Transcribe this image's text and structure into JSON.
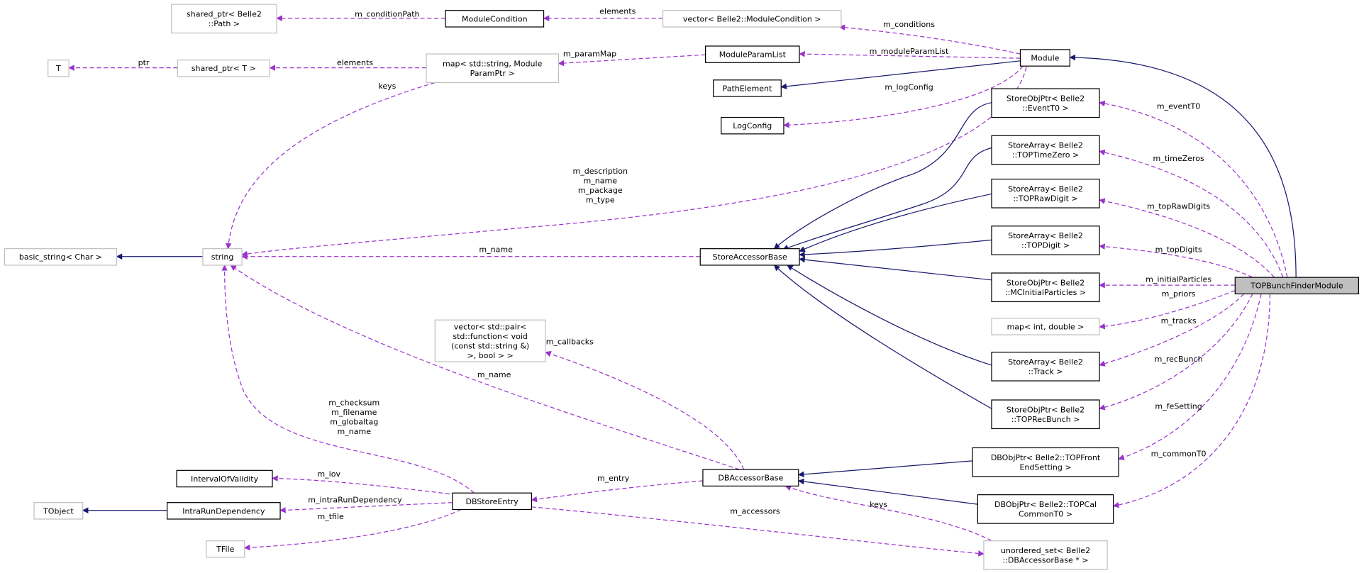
{
  "colors": {
    "usage_edge": "#9a32cd",
    "inheritance_edge": "#191970",
    "focus_fill": "#bfbfbf",
    "undocumented_border": "#bfbfbf"
  },
  "nodes": [
    {
      "id": "sp_path",
      "lines": [
        "shared_ptr< Belle2",
        "::Path >"
      ],
      "style": "gray"
    },
    {
      "id": "ModuleCondition",
      "lines": [
        "ModuleCondition"
      ],
      "style": "black"
    },
    {
      "id": "vec_mc",
      "lines": [
        "vector< Belle2::ModuleCondition >"
      ],
      "style": "gray"
    },
    {
      "id": "T",
      "lines": [
        "T"
      ],
      "style": "gray"
    },
    {
      "id": "sp_T",
      "lines": [
        "shared_ptr< T >"
      ],
      "style": "gray"
    },
    {
      "id": "map_param",
      "lines": [
        "map< std::string, Module",
        "ParamPtr >"
      ],
      "style": "gray"
    },
    {
      "id": "ModuleParamList",
      "lines": [
        "ModuleParamList"
      ],
      "style": "black"
    },
    {
      "id": "PathElement",
      "lines": [
        "PathElement"
      ],
      "style": "black"
    },
    {
      "id": "LogConfig",
      "lines": [
        "LogConfig"
      ],
      "style": "black"
    },
    {
      "id": "Module",
      "lines": [
        "Module"
      ],
      "style": "black"
    },
    {
      "id": "sop_eventt0",
      "lines": [
        "StoreObjPtr< Belle2",
        "::EventT0 >"
      ],
      "style": "black"
    },
    {
      "id": "sa_timezero",
      "lines": [
        "StoreArray< Belle2",
        "::TOPTimeZero >"
      ],
      "style": "black"
    },
    {
      "id": "sa_rawdigit",
      "lines": [
        "StoreArray< Belle2",
        "::TOPRawDigit >"
      ],
      "style": "black"
    },
    {
      "id": "sa_digit",
      "lines": [
        "StoreArray< Belle2",
        "::TOPDigit >"
      ],
      "style": "black"
    },
    {
      "id": "sop_mcinit",
      "lines": [
        "StoreObjPtr< Belle2",
        "::MCInitialParticles >"
      ],
      "style": "black"
    },
    {
      "id": "map_int_double",
      "lines": [
        "map< int, double >"
      ],
      "style": "gray"
    },
    {
      "id": "sa_track",
      "lines": [
        "StoreArray< Belle2",
        "::Track >"
      ],
      "style": "black"
    },
    {
      "id": "sop_recbunch",
      "lines": [
        "StoreObjPtr< Belle2",
        "::TOPRecBunch >"
      ],
      "style": "black"
    },
    {
      "id": "db_fe",
      "lines": [
        "DBObjPtr< Belle2::TOPFront",
        "EndSetting >"
      ],
      "style": "black"
    },
    {
      "id": "db_ct0",
      "lines": [
        "DBObjPtr< Belle2::TOPCal",
        "CommonT0 >"
      ],
      "style": "black"
    },
    {
      "id": "uset",
      "lines": [
        "unordered_set< Belle2",
        "::DBAccessorBase * >"
      ],
      "style": "gray"
    },
    {
      "id": "TOPBunchFinderModule",
      "lines": [
        "TOPBunchFinderModule"
      ],
      "style": "focus"
    },
    {
      "id": "StoreAccessorBase",
      "lines": [
        "StoreAccessorBase"
      ],
      "style": "black"
    },
    {
      "id": "DBAccessorBase",
      "lines": [
        "DBAccessorBase"
      ],
      "style": "black"
    },
    {
      "id": "DBStoreEntry",
      "lines": [
        "DBStoreEntry"
      ],
      "style": "black"
    },
    {
      "id": "string",
      "lines": [
        "string"
      ],
      "style": "gray"
    },
    {
      "id": "basic_string",
      "lines": [
        "basic_string< Char >"
      ],
      "style": "gray"
    },
    {
      "id": "vec_pair",
      "lines": [
        "vector< std::pair<",
        "std::function< void",
        "(const std::string &)",
        ">, bool > >"
      ],
      "style": "gray"
    },
    {
      "id": "IntervalOfValidity",
      "lines": [
        "IntervalOfValidity"
      ],
      "style": "black"
    },
    {
      "id": "IntraRunDependency",
      "lines": [
        "IntraRunDependency"
      ],
      "style": "black"
    },
    {
      "id": "TObject",
      "lines": [
        "TObject"
      ],
      "style": "gray"
    },
    {
      "id": "TFile",
      "lines": [
        "TFile"
      ],
      "style": "gray"
    }
  ],
  "edges": [
    {
      "from": "ModuleCondition",
      "to": "sp_path",
      "type": "dashed",
      "label": [
        "m_conditionPath"
      ]
    },
    {
      "from": "vec_mc",
      "to": "ModuleCondition",
      "type": "dashed",
      "label": [
        "elements"
      ]
    },
    {
      "from": "sp_T",
      "to": "T",
      "type": "dashed",
      "label": [
        "ptr"
      ]
    },
    {
      "from": "map_param",
      "to": "sp_T",
      "type": "dashed",
      "label": [
        "elements"
      ]
    },
    {
      "from": "Module",
      "to": "vec_mc",
      "type": "dashed",
      "label": [
        "m_conditions"
      ]
    },
    {
      "from": "Module",
      "to": "ModuleParamList",
      "type": "dashed",
      "label": [
        "m_moduleParamList"
      ]
    },
    {
      "from": "ModuleParamList",
      "to": "map_param",
      "type": "dashed",
      "label": [
        "m_paramMap"
      ]
    },
    {
      "from": "Module",
      "to": "PathElement",
      "type": "solid",
      "label": []
    },
    {
      "from": "Module",
      "to": "LogConfig",
      "type": "dashed",
      "label": [
        "m_logConfig"
      ]
    },
    {
      "from": "Module",
      "to": "string",
      "type": "dashed",
      "label": [
        "m_description",
        "m_name",
        "m_package",
        "m_type"
      ]
    },
    {
      "from": "map_param",
      "to": "string",
      "type": "dashed",
      "label": [
        "keys"
      ]
    },
    {
      "from": "string",
      "to": "basic_string",
      "type": "solid",
      "label": []
    },
    {
      "from": "StoreAccessorBase",
      "to": "string",
      "type": "dashed",
      "label": [
        "m_name"
      ]
    },
    {
      "from": "sop_eventt0",
      "to": "StoreAccessorBase",
      "type": "solid",
      "label": []
    },
    {
      "from": "sa_timezero",
      "to": "StoreAccessorBase",
      "type": "solid",
      "label": []
    },
    {
      "from": "sa_rawdigit",
      "to": "StoreAccessorBase",
      "type": "solid",
      "label": []
    },
    {
      "from": "sa_digit",
      "to": "StoreAccessorBase",
      "type": "solid",
      "label": []
    },
    {
      "from": "sop_mcinit",
      "to": "StoreAccessorBase",
      "type": "solid",
      "label": []
    },
    {
      "from": "sa_track",
      "to": "StoreAccessorBase",
      "type": "solid",
      "label": []
    },
    {
      "from": "sop_recbunch",
      "to": "StoreAccessorBase",
      "type": "solid",
      "label": []
    },
    {
      "from": "TOPBunchFinderModule",
      "to": "Module",
      "type": "solid",
      "label": []
    },
    {
      "from": "TOPBunchFinderModule",
      "to": "sop_eventt0",
      "type": "dashed",
      "label": [
        "m_eventT0"
      ]
    },
    {
      "from": "TOPBunchFinderModule",
      "to": "sa_timezero",
      "type": "dashed",
      "label": [
        "m_timeZeros"
      ]
    },
    {
      "from": "TOPBunchFinderModule",
      "to": "sa_rawdigit",
      "type": "dashed",
      "label": [
        "m_topRawDigits"
      ]
    },
    {
      "from": "TOPBunchFinderModule",
      "to": "sa_digit",
      "type": "dashed",
      "label": [
        "m_topDigits"
      ]
    },
    {
      "from": "TOPBunchFinderModule",
      "to": "sop_mcinit",
      "type": "dashed",
      "label": [
        "m_initialParticles"
      ]
    },
    {
      "from": "TOPBunchFinderModule",
      "to": "map_int_double",
      "type": "dashed",
      "label": [
        "m_priors"
      ]
    },
    {
      "from": "TOPBunchFinderModule",
      "to": "sa_track",
      "type": "dashed",
      "label": [
        "m_tracks"
      ]
    },
    {
      "from": "TOPBunchFinderModule",
      "to": "sop_recbunch",
      "type": "dashed",
      "label": [
        "m_recBunch"
      ]
    },
    {
      "from": "TOPBunchFinderModule",
      "to": "db_fe",
      "type": "dashed",
      "label": [
        "m_feSetting"
      ]
    },
    {
      "from": "TOPBunchFinderModule",
      "to": "db_ct0",
      "type": "dashed",
      "label": [
        "m_commonT0"
      ]
    },
    {
      "from": "db_fe",
      "to": "DBAccessorBase",
      "type": "solid",
      "label": []
    },
    {
      "from": "db_ct0",
      "to": "DBAccessorBase",
      "type": "solid",
      "label": []
    },
    {
      "from": "uset",
      "to": "DBAccessorBase",
      "type": "dashed",
      "label": [
        "keys"
      ]
    },
    {
      "from": "DBStoreEntry",
      "to": "uset",
      "type": "dashed",
      "label": [
        "m_accessors"
      ]
    },
    {
      "from": "DBAccessorBase",
      "to": "DBStoreEntry",
      "type": "dashed",
      "label": [
        "m_entry"
      ]
    },
    {
      "from": "DBAccessorBase",
      "to": "string",
      "type": "dashed",
      "label": [
        "m_name"
      ]
    },
    {
      "from": "DBAccessorBase",
      "to": "vec_pair",
      "type": "dashed",
      "label": [
        "m_callbacks"
      ]
    },
    {
      "from": "DBStoreEntry",
      "to": "IntervalOfValidity",
      "type": "dashed",
      "label": [
        "m_iov"
      ]
    },
    {
      "from": "DBStoreEntry",
      "to": "IntraRunDependency",
      "type": "dashed",
      "label": [
        "m_intraRunDependency"
      ]
    },
    {
      "from": "DBStoreEntry",
      "to": "TFile",
      "type": "dashed",
      "label": [
        "m_tfile"
      ]
    },
    {
      "from": "DBStoreEntry",
      "to": "string",
      "type": "dashed",
      "label": [
        "m_checksum",
        "m_filename",
        "m_globaltag",
        "m_name"
      ]
    },
    {
      "from": "IntraRunDependency",
      "to": "TObject",
      "type": "solid",
      "label": []
    }
  ]
}
